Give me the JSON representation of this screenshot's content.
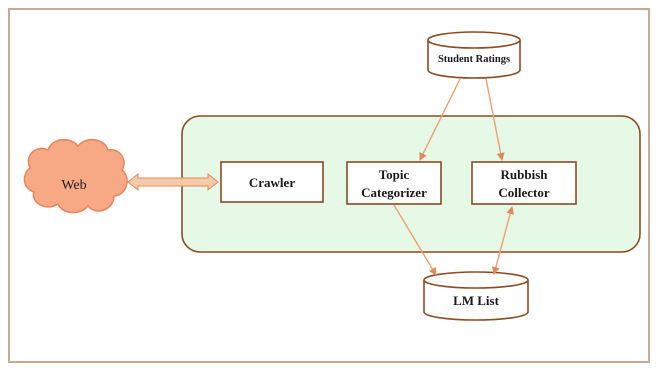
{
  "diagram": {
    "nodes": {
      "web": "Web",
      "crawler": "Crawler",
      "topic_line1": "Topic",
      "topic_line2": "Categorizer",
      "rubbish_line1": "Rubbish",
      "rubbish_line2": "Collector",
      "student_ratings": "Student Ratings",
      "lm_list": "LM List"
    },
    "colors": {
      "cloud_fill": "#f7a985",
      "cloud_stroke": "#e8855a",
      "system_fill": "#e6f8e6",
      "system_stroke": "#8a4a24",
      "box_stroke": "#8a4a24",
      "arrow": "#f0a070"
    },
    "connections": [
      {
        "from": "web",
        "to": "crawler",
        "direction": "both"
      },
      {
        "from": "student_ratings",
        "to": "topic_categorizer",
        "direction": "forward"
      },
      {
        "from": "student_ratings",
        "to": "rubbish_collector",
        "direction": "forward"
      },
      {
        "from": "topic_categorizer",
        "to": "lm_list",
        "direction": "forward"
      },
      {
        "from": "rubbish_collector",
        "to": "lm_list",
        "direction": "both"
      }
    ]
  }
}
